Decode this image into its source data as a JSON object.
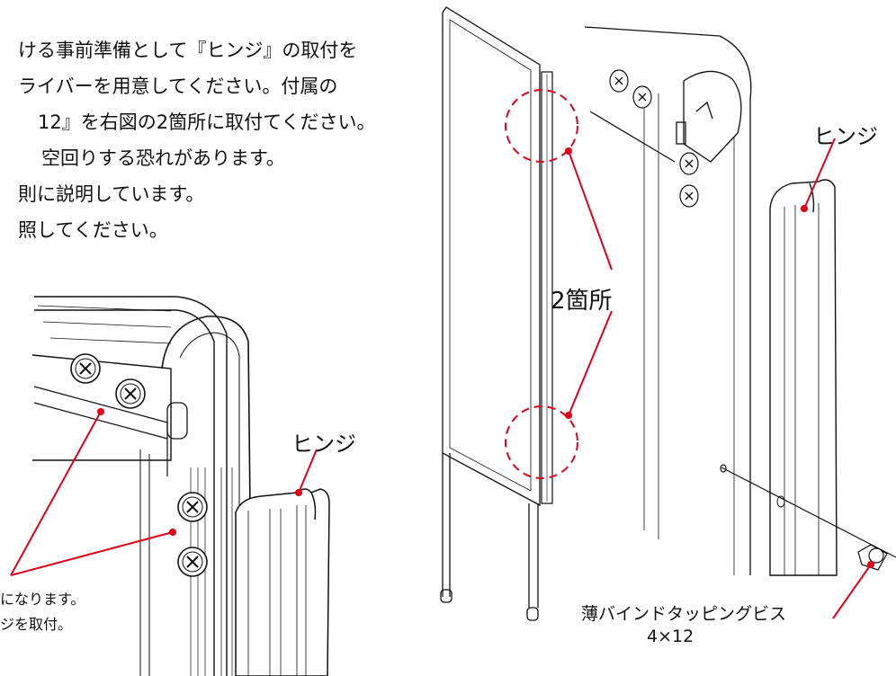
{
  "instructions": [
    "ける事前準備として『ヒンジ』の取付を",
    "ライバーを用意してください。付属の",
    "12』を右図の2箇所に取付てください。",
    "空回りする恐れがあります。",
    "則に説明しています。",
    "照してください。"
  ],
  "callouts": {
    "hinge_right": "ヒンジ",
    "hinge_left": "ヒンジ",
    "two_places": "2箇所",
    "note_line1": "になります。",
    "note_line2": "ジを取付。",
    "screw_name": "薄バインドタッピングビス",
    "screw_size": "4×12"
  },
  "colors": {
    "callout_line": "#e0001a",
    "line_art": "#111111"
  },
  "icons": [
    "screw-head-icon",
    "cross-slot-icon"
  ]
}
